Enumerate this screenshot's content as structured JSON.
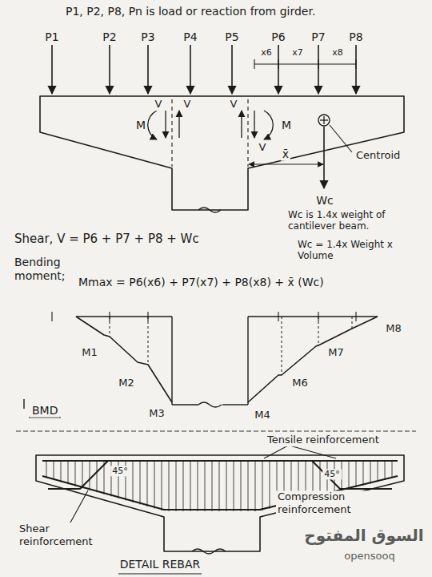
{
  "diagram": {
    "labels": [
      "P1, P2, P8, Pn is load or reaction from girder.",
      "P1",
      "P2",
      "P3",
      "P4",
      "P5",
      "P6",
      "P7",
      "P8",
      "x6",
      "x7",
      "x8",
      "M",
      "V",
      "V",
      "V",
      "V",
      "M",
      "Centroid",
      "x̄",
      "Wc",
      "Wc is 1.4x weight of cantilever beam.",
      "Wc = 1.4x Weight x Volume",
      "Shear, V = P6 + P7 + P8 + Wc",
      "Bending moment;",
      "Mmax = P6(x6) + P7(x7) + P8(x8) + x̄ (Wc)",
      "M1",
      "M2",
      "M3",
      "M4",
      "M6",
      "M7",
      "M8",
      "BMD",
      "Tensile reinforcement",
      "45°",
      "45°",
      "Shear reinforcement",
      "Compression reinforcement",
      "DETAIL REBAR",
      "السوق المفتوح",
      "opensooq"
    ]
  }
}
